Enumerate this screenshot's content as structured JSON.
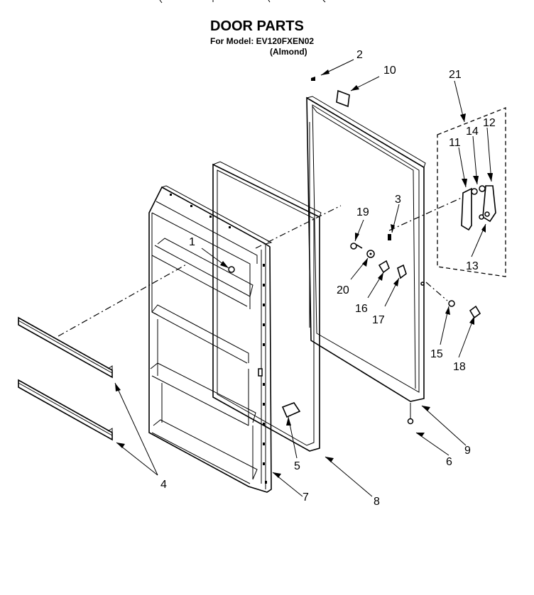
{
  "header": {
    "title": "DOOR PARTS",
    "model_line": "For Model: EV120FXEN02",
    "color_line": "(Almond)"
  },
  "callouts": {
    "c1": "1",
    "c2": "2",
    "c3": "3",
    "c4": "4",
    "c5": "5",
    "c6": "6",
    "c7": "7",
    "c8": "8",
    "c9": "9",
    "c10": "10",
    "c11": "11",
    "c12": "12",
    "c13": "13",
    "c14": "14",
    "c15": "15",
    "c16": "16",
    "c17": "17",
    "c18": "18",
    "c19": "19",
    "c20": "20",
    "c21": "21"
  }
}
